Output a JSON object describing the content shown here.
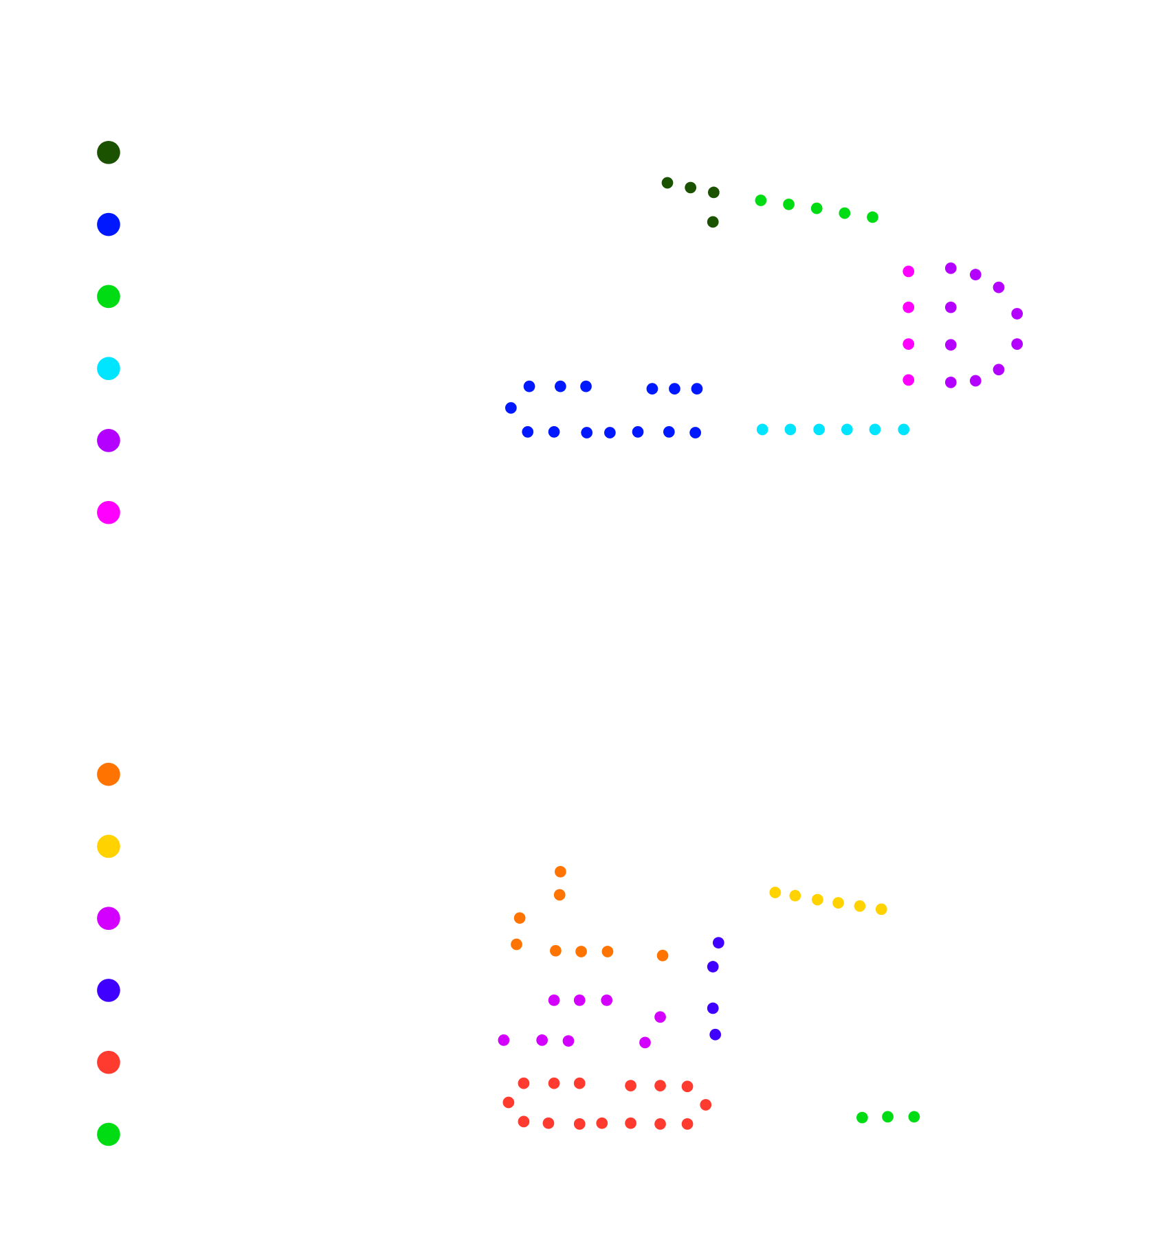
{
  "chart_data": [
    {
      "type": "scatter",
      "title": "",
      "xlabel": "",
      "ylabel": "",
      "grid": false,
      "axes_visible": false,
      "legend_placement": "left",
      "legend_markers": [
        "#1b5200",
        "#0018ff",
        "#00dc14",
        "#00e5ff",
        "#b400ff",
        "#ff00ff"
      ],
      "series": [
        {
          "color": "#1b5200",
          "x": [
            836,
            865,
            894,
            893
          ],
          "y": [
            229,
            235,
            241,
            278
          ]
        },
        {
          "color": "#0018ff",
          "x": [
            663,
            702,
            734,
            817,
            845,
            873,
            640,
            661,
            694,
            735,
            764,
            799,
            838,
            871
          ],
          "y": [
            484,
            484,
            484,
            487,
            487,
            487,
            511,
            541,
            541,
            542,
            542,
            541,
            541,
            542
          ]
        },
        {
          "color": "#00dc14",
          "x": [
            953,
            988,
            1023,
            1058,
            1093
          ],
          "y": [
            251,
            256,
            261,
            267,
            272
          ]
        },
        {
          "color": "#00e5ff",
          "x": [
            955,
            990,
            1026,
            1061,
            1096,
            1132
          ],
          "y": [
            538,
            538,
            538,
            538,
            538,
            538
          ]
        },
        {
          "color": "#b400ff",
          "x": [
            1191,
            1222,
            1251,
            1274,
            1191,
            1274,
            1191,
            1251,
            1222,
            1191
          ],
          "y": [
            336,
            344,
            360,
            393,
            385,
            431,
            432,
            463,
            477,
            479
          ]
        },
        {
          "color": "#ff00ff",
          "x": [
            1138,
            1138,
            1138,
            1138
          ],
          "y": [
            340,
            385,
            431,
            476
          ]
        }
      ]
    },
    {
      "type": "scatter",
      "title": "",
      "xlabel": "",
      "ylabel": "",
      "grid": false,
      "axes_visible": false,
      "legend_placement": "left",
      "legend_markers": [
        "#ff7400",
        "#ffd200",
        "#d400ff",
        "#4000ff",
        "#ff3b30",
        "#00dc14"
      ],
      "series": [
        {
          "color": "#ff7400",
          "x": [
            702,
            701,
            651,
            647,
            696,
            728,
            761,
            830
          ],
          "y": [
            1092,
            1121,
            1150,
            1183,
            1191,
            1192,
            1192,
            1197
          ]
        },
        {
          "color": "#ffd200",
          "x": [
            971,
            996,
            1024,
            1050,
            1077,
            1104
          ],
          "y": [
            1118,
            1122,
            1127,
            1131,
            1135,
            1139
          ]
        },
        {
          "color": "#d400ff",
          "x": [
            694,
            726,
            760,
            827,
            631,
            679,
            712,
            808
          ],
          "y": [
            1253,
            1253,
            1253,
            1274,
            1303,
            1303,
            1304,
            1306
          ]
        },
        {
          "color": "#4000ff",
          "x": [
            900,
            893,
            893,
            896
          ],
          "y": [
            1181,
            1211,
            1263,
            1296
          ]
        },
        {
          "color": "#ff3b30",
          "x": [
            656,
            694,
            726,
            790,
            827,
            861,
            637,
            884,
            656,
            687,
            726,
            754,
            790,
            827,
            861
          ],
          "y": [
            1357,
            1357,
            1357,
            1360,
            1360,
            1361,
            1381,
            1384,
            1405,
            1407,
            1408,
            1407,
            1407,
            1408,
            1408
          ]
        },
        {
          "color": "#00dc14",
          "x": [
            1080,
            1112,
            1145
          ],
          "y": [
            1400,
            1399,
            1399
          ]
        }
      ]
    }
  ]
}
